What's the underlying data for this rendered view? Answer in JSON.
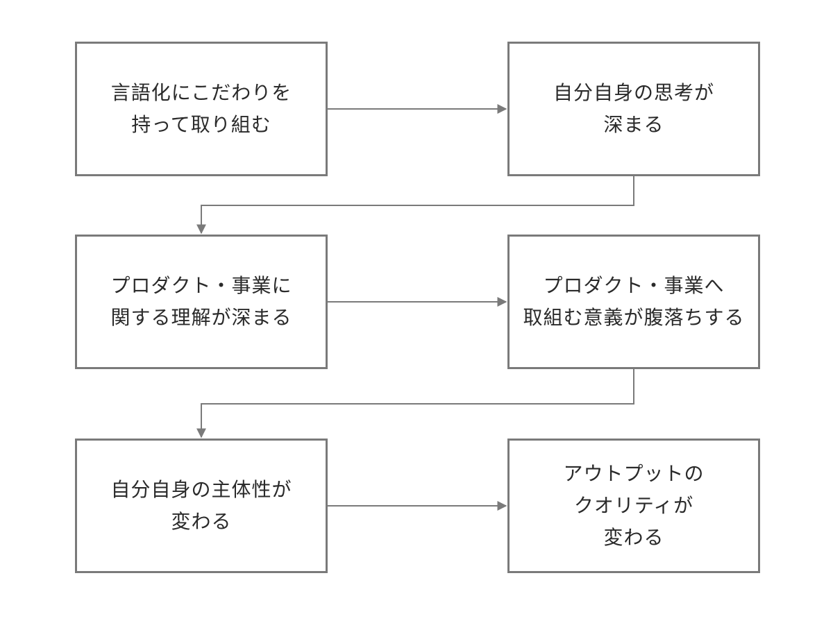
{
  "diagram": {
    "colors": {
      "border": "#7a7a7a",
      "connector": "#7a7a7a",
      "text": "#2a2a2a",
      "background": "#ffffff"
    },
    "nodes": [
      {
        "id": "node-1",
        "lines": [
          "言語化にこだわりを",
          "持って取り組む"
        ]
      },
      {
        "id": "node-2",
        "lines": [
          "自分自身の思考が",
          "深まる"
        ]
      },
      {
        "id": "node-3",
        "lines": [
          "プロダクト・事業に",
          "関する理解が深まる"
        ]
      },
      {
        "id": "node-4",
        "lines": [
          "プロダクト・事業へ",
          "取組む意義が腹落ちする"
        ]
      },
      {
        "id": "node-5",
        "lines": [
          "自分自身の主体性が",
          "変わる"
        ]
      },
      {
        "id": "node-6",
        "lines": [
          "アウトプットの",
          "クオリティが",
          "変わる"
        ]
      }
    ],
    "edges": [
      {
        "from": "node-1",
        "to": "node-2"
      },
      {
        "from": "node-2",
        "to": "node-3"
      },
      {
        "from": "node-3",
        "to": "node-4"
      },
      {
        "from": "node-4",
        "to": "node-5"
      },
      {
        "from": "node-5",
        "to": "node-6"
      }
    ]
  }
}
